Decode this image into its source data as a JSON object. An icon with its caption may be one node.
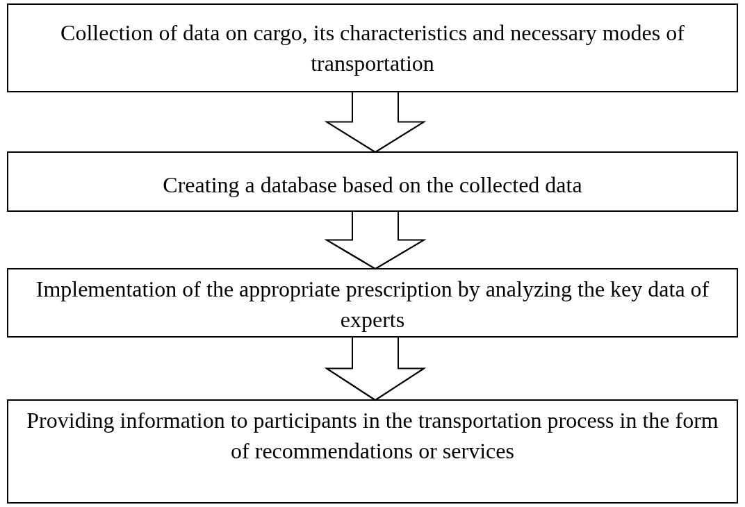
{
  "diagram": {
    "nodes": [
      {
        "text": [
          "Collection of data on cargo, its characteristics and necessary modes of transportation"
        ]
      },
      {
        "text": [
          "Creating a database based on the collected data"
        ]
      },
      {
        "text": [
          "Implementation of the appropriate prescription by analyzing the key data of experts"
        ]
      },
      {
        "text": [
          "Providing information to participants in the transportation process in the form of recommendations or services"
        ]
      }
    ],
    "edges": [
      {
        "from": 0,
        "to": 1,
        "arrow": "to"
      },
      {
        "from": 1,
        "to": 2,
        "arrow": "to"
      },
      {
        "from": 2,
        "to": 3,
        "arrow": "to"
      }
    ]
  }
}
